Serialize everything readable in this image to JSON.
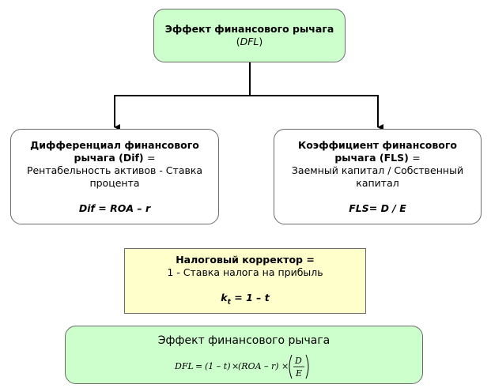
{
  "top": {
    "line1": "Эффект финансового рычага",
    "line2": "DFL"
  },
  "left": {
    "title1": "Дифференциал финансового",
    "title2a": "рычага (Dif) ",
    "title2b": "=",
    "desc1": "Рентабельность активов - Ставка",
    "desc2": "процента",
    "formula": "Dif = ROA – r"
  },
  "right": {
    "title1": "Коэффициент финансового",
    "title2a": "рычага (FLS) ",
    "title2b": "=",
    "desc1": "Заемный капитал / Собственный",
    "desc2": "капитал",
    "formula": "FLS= D / E"
  },
  "mid": {
    "title": "Налоговый корректор =",
    "desc": "1 - Ставка налога на прибыль",
    "k": "k",
    "sub": "t",
    "rest": " = 1 – t"
  },
  "bottom": {
    "title": "Эффект финансового рычага",
    "f_dfl": "DFL",
    "f_eq": " = ",
    "f_part1": "(1 – t)",
    "f_x1": "×",
    "f_part2": "(ROA – r)",
    "f_x2": "×",
    "f_num": "D",
    "f_den": "E"
  }
}
